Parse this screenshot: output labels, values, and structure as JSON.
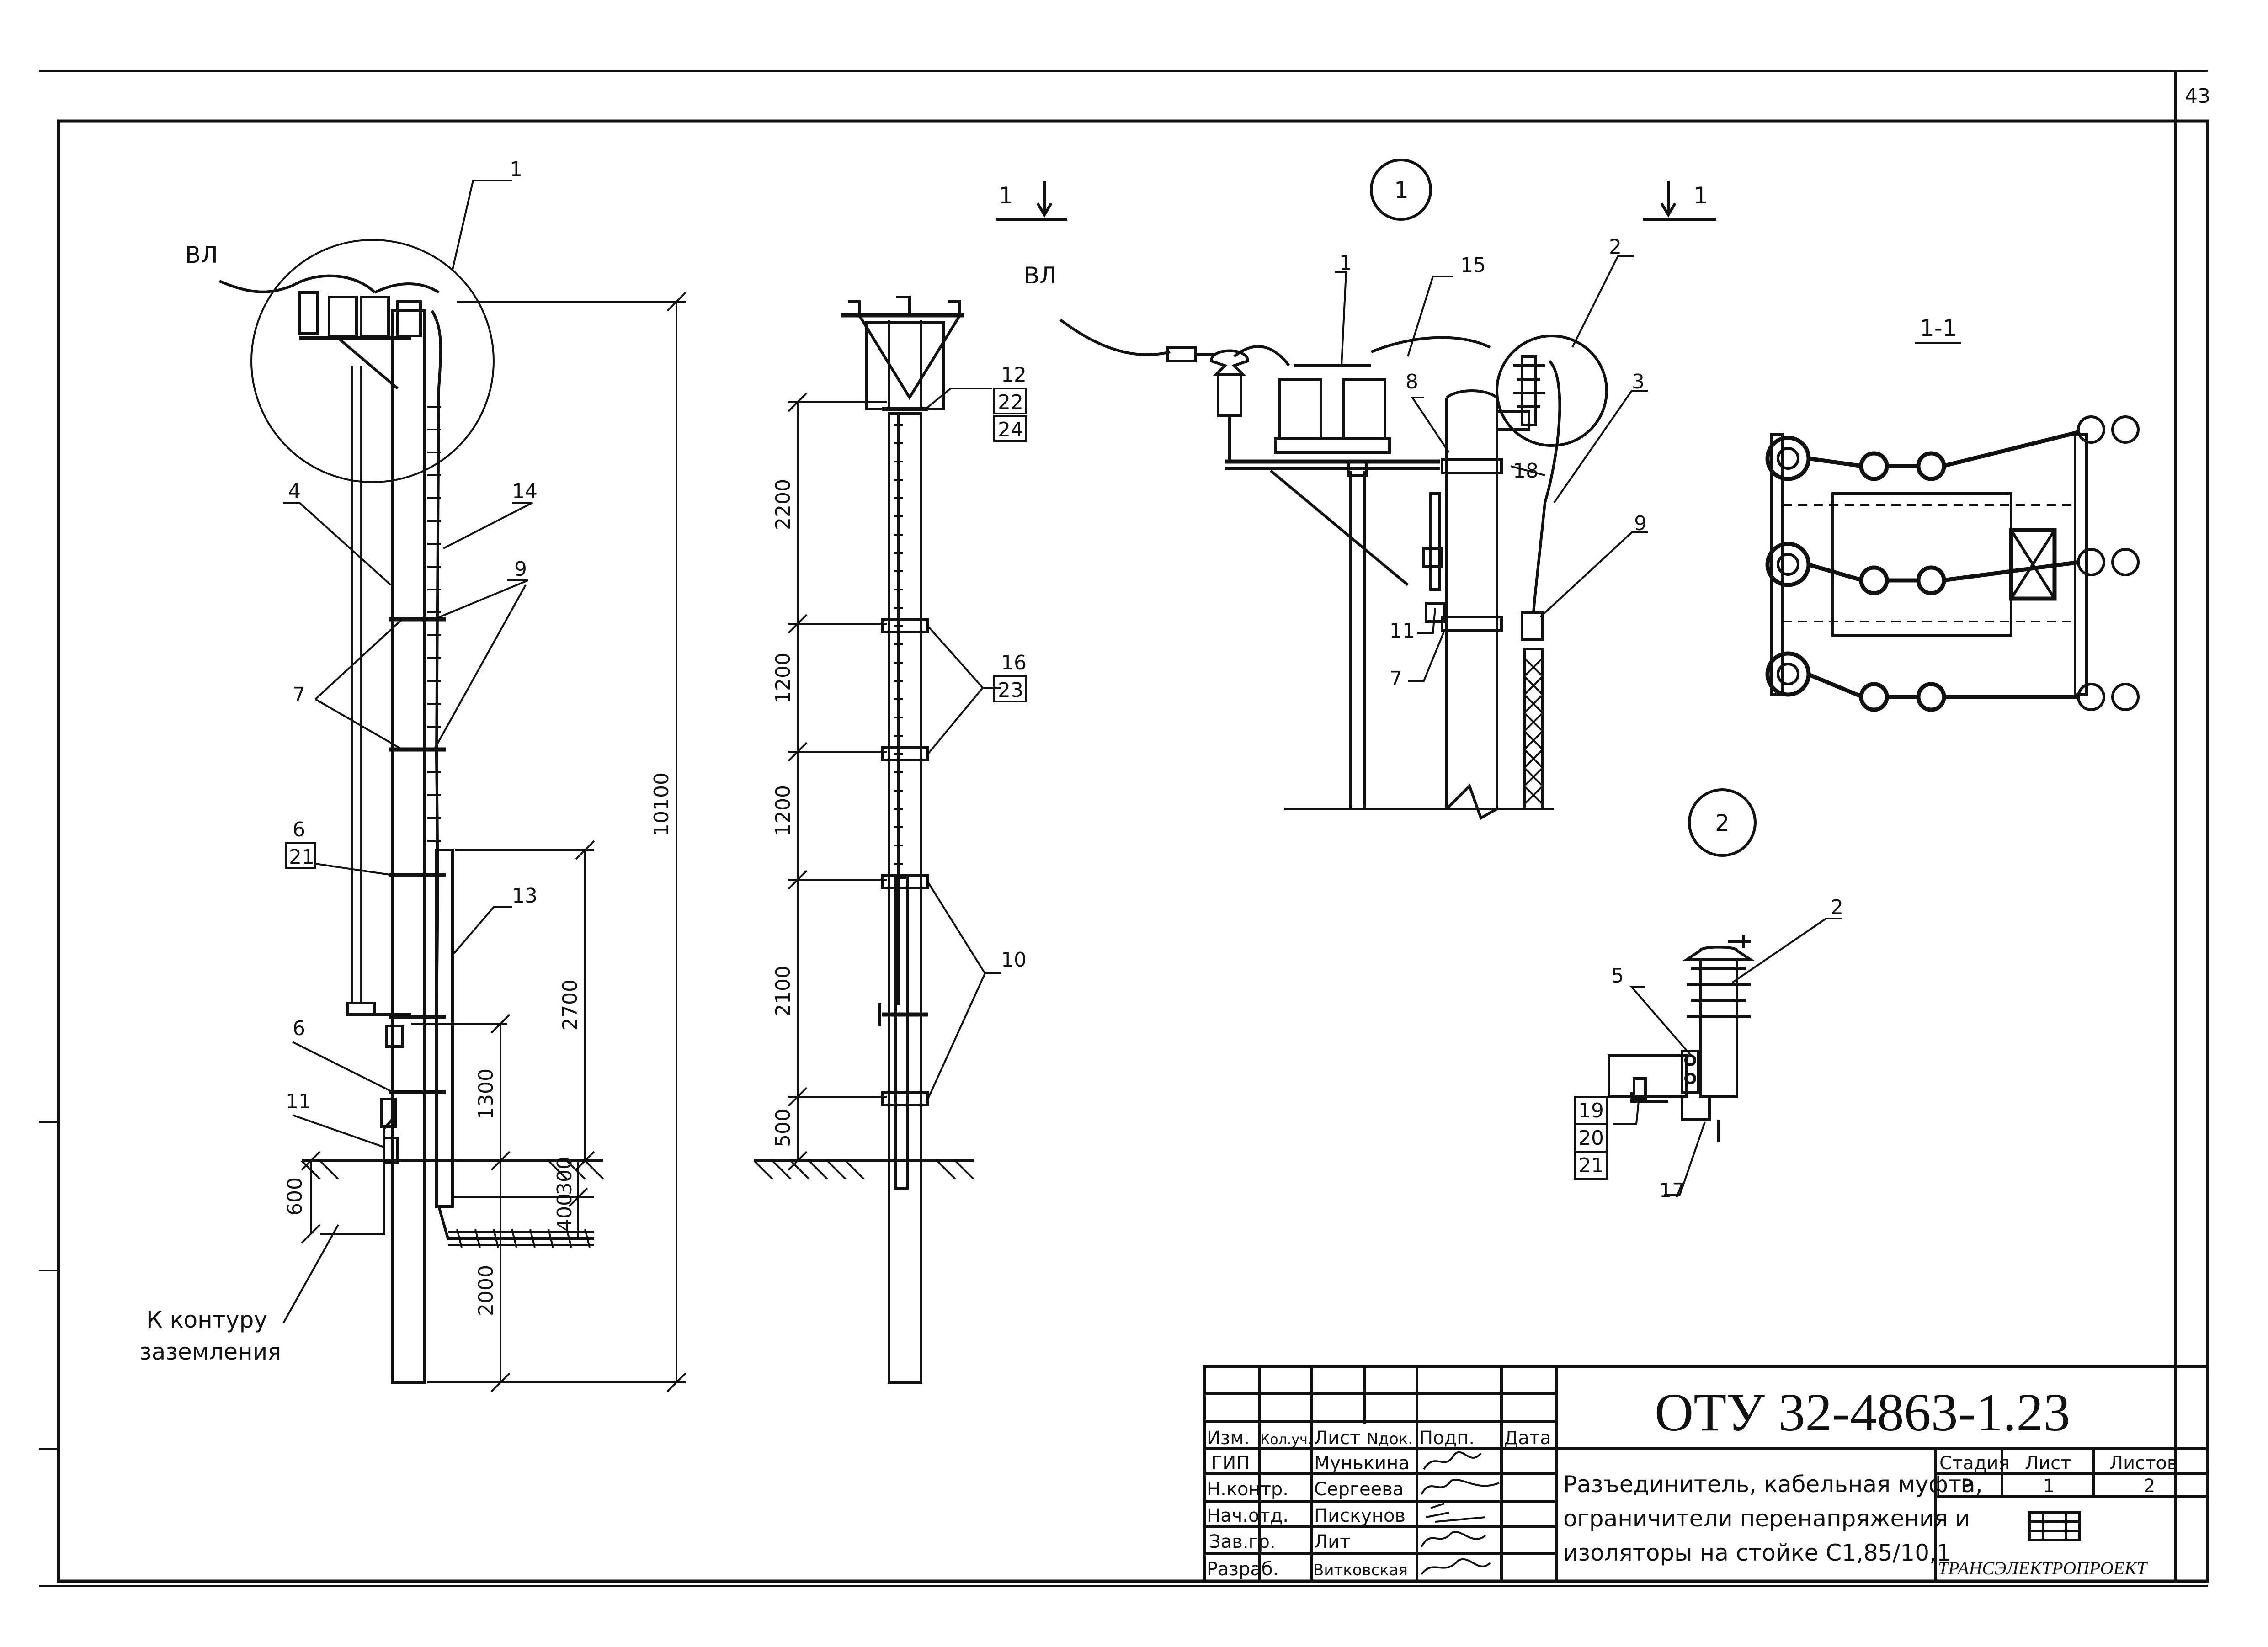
{
  "sheet": {
    "page_number": "43",
    "document_code": "ОТУ 32-4863-1.23",
    "title_lines": [
      "Разъединитель, кабельная муфта,",
      "ограничители перенапряжения и",
      "изоляторы на стойке С1,85/10,1"
    ],
    "stage_header": "Стадия",
    "sheet_header": "Лист",
    "sheets_header": "Листов",
    "stage_value": "Р",
    "sheet_value": "1",
    "sheets_value": "2",
    "company": "ТРАНСЭЛЕКТРОПРОЕКТ"
  },
  "title_block": {
    "headers": [
      "Изм.",
      "Кол.уч.",
      "Лист",
      "Nдок.",
      "Подп.",
      "Дата"
    ],
    "rows": [
      {
        "role": "ГИП",
        "name": "Мунькина",
        "sign": "Муз"
      },
      {
        "role": "Н.контр.",
        "name": "Сергеева",
        "sign": "Серг"
      },
      {
        "role": "Нач.отд.",
        "name": "Пискунов",
        "sign": "Пис"
      },
      {
        "role": "Зав.гр.",
        "name": "Лит",
        "sign": "Лит"
      },
      {
        "role": "Разраб.",
        "name": "Витковская",
        "sign": "Вит"
      }
    ]
  },
  "view_left": {
    "vl_label": "ВЛ",
    "callouts": [
      "1",
      "4",
      "14",
      "9",
      "7",
      "6",
      "21",
      "13",
      "6",
      "11"
    ],
    "dims": [
      "10100",
      "2700",
      "1300",
      "300",
      "400",
      "2000",
      "600"
    ],
    "ground_label_1": "К контуру",
    "ground_label_2": "заземления"
  },
  "view_middle": {
    "section_mark": "1",
    "callouts": [
      "12",
      "22",
      "24",
      "16",
      "23",
      "10"
    ],
    "dims": [
      "2200",
      "1200",
      "1200",
      "2100",
      "500"
    ]
  },
  "detail_1": {
    "circle_label": "1",
    "section_mark": "1",
    "vl_label": "ВЛ",
    "callouts": [
      "1",
      "15",
      "2",
      "8",
      "3",
      "18",
      "9",
      "11",
      "7"
    ]
  },
  "section_1_1": {
    "label": "1-1"
  },
  "detail_2": {
    "circle_label": "2",
    "callouts": [
      "2",
      "5",
      "19",
      "20",
      "21",
      "17"
    ]
  }
}
